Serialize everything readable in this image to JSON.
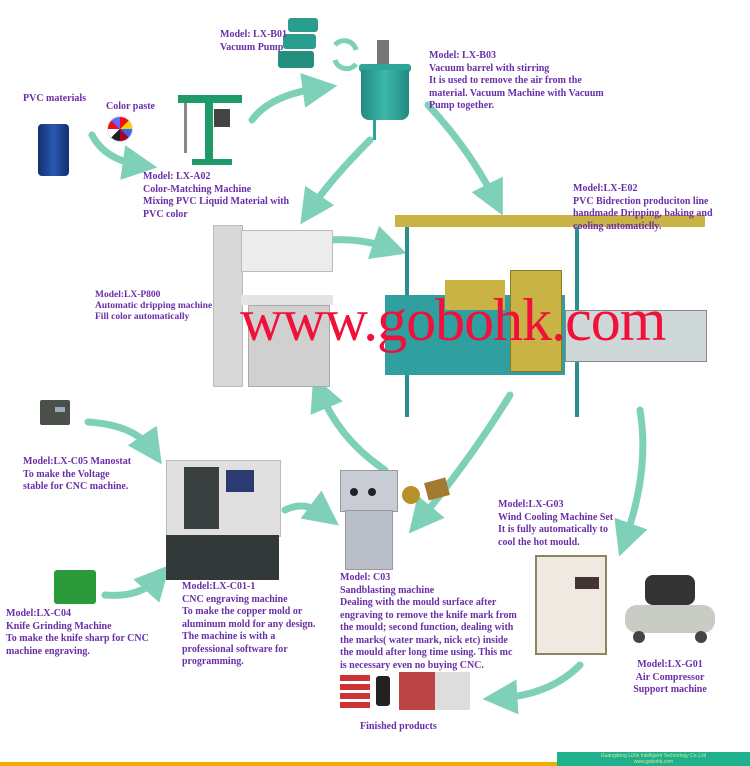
{
  "colors": {
    "label": "#6a2fa8",
    "arrow": "#7fd0b8",
    "watermark": "#f0103a",
    "footer": "#1fb08c"
  },
  "watermark": "www.gobohk.com",
  "steps": {
    "b01": [
      "Model: LX-B01",
      "Vacuum Pump"
    ],
    "pvc": [
      "PVC materials"
    ],
    "paste": [
      "Color paste"
    ],
    "a02": [
      "Model: LX-A02",
      "Color-Matching Machine",
      "Mixing PVC Liquid Material with",
      "PVC color"
    ],
    "b03": [
      "Model: LX-B03",
      "Vacuum barrel with stirring",
      "It is used to remove the air from the",
      "material. Vacuum Machine with Vacuum",
      "Pump together."
    ],
    "e02": [
      "Model:LX-E02",
      "PVC Bidrection produciton line",
      "handmade Dripping, baking and",
      "cooling automaticlly."
    ],
    "p800": [
      "Model:LX-P800",
      "Automatic dripping machine",
      "Fill color automatically"
    ],
    "c05": [
      "Model:LX-C05 Manostat",
      "To make the Voltage",
      "stable for CNC machine."
    ],
    "c011": [
      "Model:LX-C01-1",
      "CNC engraving machine",
      "To make the copper mold or",
      "aluminum mold for any design.",
      "The machine is with a",
      "professional software for",
      "programming."
    ],
    "c04": [
      "Model:LX-C04",
      "Knife Grinding Machine",
      "To make the knife sharp for CNC",
      "machine engraving."
    ],
    "c03": [
      "Model: C03",
      "Sandblasting machine",
      "Dealing with the mould surface after",
      "engraving to remove the knife mark from",
      "the mould; second function, dealing with",
      "the marks( water mark, nick etc) inside",
      "the mould after long time using. This mc",
      "is necessary even no buying CNC."
    ],
    "g03": [
      "Model:LX-G03",
      "Wind  Cooling  Machine Set",
      "It is fully automatically to",
      "cool the hot mould."
    ],
    "g01": [
      "Model:LX-G01",
      "Air Compressor",
      "Support machine"
    ],
    "finished": [
      "Finished products"
    ]
  },
  "footer": {
    "company": "Guangdong LiXin Intelligent Technology Co.,Ltd",
    "url": "www.gobohk.com"
  }
}
